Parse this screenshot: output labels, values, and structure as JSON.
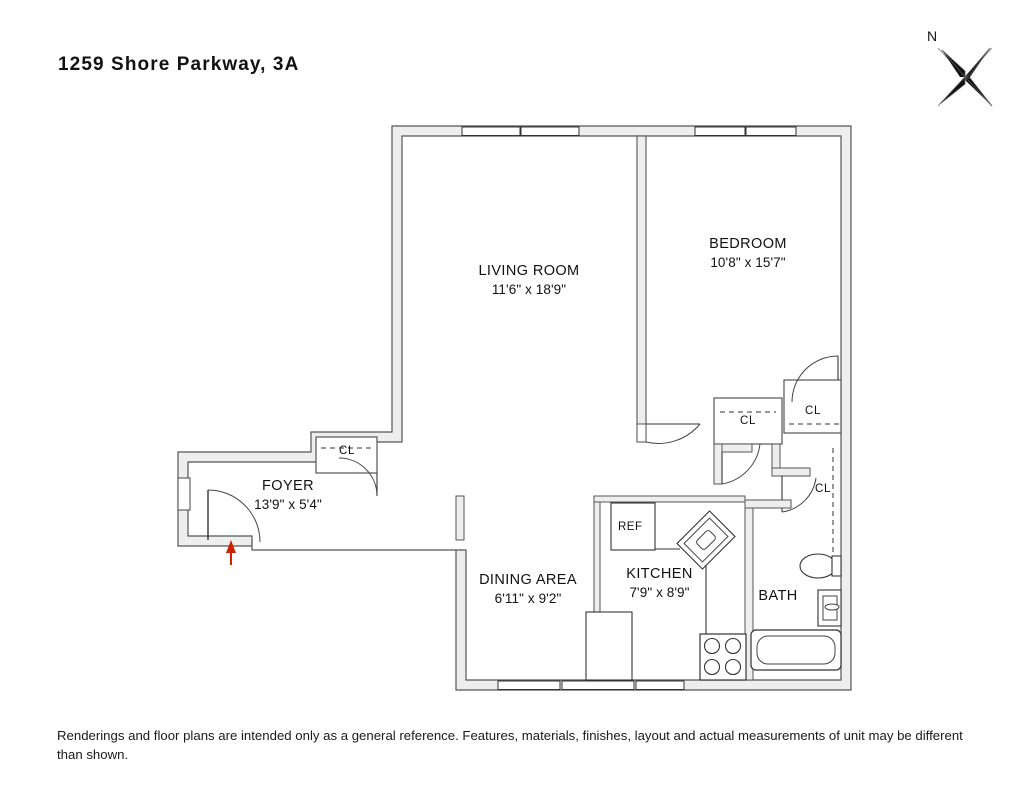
{
  "title": "1259 Shore Parkway, 3A",
  "compass": {
    "north_label": "N",
    "icon": "compass-star-icon"
  },
  "rooms": [
    {
      "key": "living_room",
      "name": "LIVING ROOM",
      "dimensions": "11'6\" x 18'9\""
    },
    {
      "key": "bedroom",
      "name": "BEDROOM",
      "dimensions": "10'8\" x 15'7\""
    },
    {
      "key": "foyer",
      "name": "FOYER",
      "dimensions": "13'9\" x 5'4\""
    },
    {
      "key": "dining_area",
      "name": "DINING AREA",
      "dimensions": "6'11\" x 9'2\""
    },
    {
      "key": "kitchen",
      "name": "KITCHEN",
      "dimensions": "7'9\" x 8'9\""
    },
    {
      "key": "bath",
      "name": "BATH",
      "dimensions": ""
    }
  ],
  "closets": [
    {
      "key": "foyer_closet",
      "label": "CL"
    },
    {
      "key": "hall_closet",
      "label": "CL"
    },
    {
      "key": "bedroom_closet",
      "label": "CL"
    },
    {
      "key": "bath_hall_closet",
      "label": "CL"
    }
  ],
  "fixtures": [
    {
      "key": "refrigerator",
      "label": "REF"
    }
  ],
  "disclaimer": "Renderings and floor plans are intended only as a general reference. Features, materials, finishes, layout and actual measurements of unit may be different than shown.",
  "colors": {
    "wall_stroke": "#555555",
    "wall_fill": "#eeeeee",
    "interior": "#ffffff",
    "entry_arrow": "#cc2200",
    "text": "#111111",
    "compass_dark": "#111111"
  },
  "markers": {
    "entry_arrow": "entry-arrow-icon"
  }
}
